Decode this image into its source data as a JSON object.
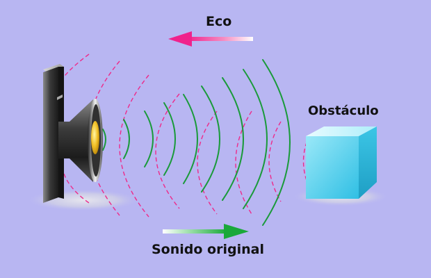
{
  "labels": {
    "echo": "Eco",
    "obstacle": "Obstáculo",
    "original_sound": "Sonido original"
  },
  "colors": {
    "background": "#b8b6f2",
    "outgoing_wave": "#1a9a3a",
    "echo_wave": "#ee2a8a",
    "obstacle": "#5fd4ee",
    "echo_arrow": "#f0228c",
    "original_arrow": "#1aa83a"
  },
  "icons": {
    "emitter": "speaker-icon",
    "obstacle": "cube-icon"
  }
}
